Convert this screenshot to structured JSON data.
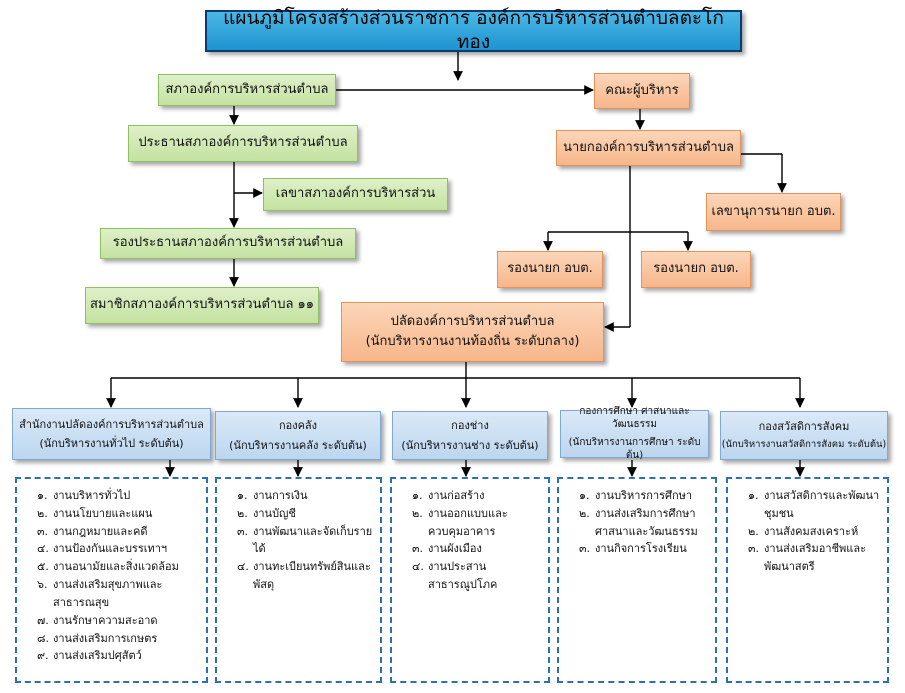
{
  "title": "แผนภูมิโครงสร้างส่วนราชการ  องค์การบริหารส่วนตำบลตะโกทอง",
  "left": {
    "council": "สภาองค์การบริหารส่วนตำบล",
    "chairman": "ประธานสภาองค์การบริหารส่วนตำบล",
    "secretary": "เลขาสภาองค์การบริหารส่วน",
    "vice_chairman": "รองประธานสภาองค์การบริหารส่วนตำบล",
    "members": "สมาชิกสภาองค์การบริหารส่วนตำบล ๑๑"
  },
  "right": {
    "executives": "คณะผู้บริหาร",
    "mayor": "นายกองค์การบริหารส่วนตำบล",
    "mayor_secretary": "เลขานุการนายก อบต.",
    "deputy_1": "รองนายก อบต.",
    "deputy_2": "รองนายก อบต."
  },
  "clerk": {
    "line1": "ปลัดองค์การบริหารส่วนตำบล",
    "line2": "(นักบริหารงานงานท้องถิ่น  ระดับกลาง)"
  },
  "departments": [
    {
      "name": "สำนักงานปลัดองค์การบริหารส่วนตำบล",
      "level": "(นักบริหารงานทั่วไป ระดับต้น)",
      "tasks": [
        {
          "num": "๑.",
          "text": "งานบริหารทั่วไป"
        },
        {
          "num": "๒.",
          "text": "งานนโยบายและแผน"
        },
        {
          "num": "๓.",
          "text": "งานกฎหมายและคดี"
        },
        {
          "num": "๔.",
          "text": "งานป้องกันและบรรเทาฯ"
        },
        {
          "num": "๕.",
          "text": "งานอนามัยและสิ่งแวดล้อม"
        },
        {
          "num": "๖.",
          "text": "งานส่งเสริมสุขภาพและสาธารณสุข"
        },
        {
          "num": "๗.",
          "text": "งานรักษาความสะอาด"
        },
        {
          "num": "๘.",
          "text": "งานส่งเสริมการเกษตร"
        },
        {
          "num": "๙.",
          "text": "งานส่งเสริมปศุสัตว์"
        }
      ]
    },
    {
      "name": "กองคลัง",
      "level": "(นักบริหารงานคลัง ระดับต้น)",
      "tasks": [
        {
          "num": "๑.",
          "text": "งานการเงิน"
        },
        {
          "num": "๒.",
          "text": "งานบัญชี"
        },
        {
          "num": "๓.",
          "text": "งานพัฒนาและจัดเก็บรายได้"
        },
        {
          "num": "๔.",
          "text": "งานทะเบียนทรัพย์สินและพัสดุ"
        }
      ]
    },
    {
      "name": "กองช่าง",
      "level": "(นักบริหารงานช่าง ระดับต้น)",
      "tasks": [
        {
          "num": "๑.",
          "text": "งานก่อสร้าง"
        },
        {
          "num": "๒.",
          "text": "งานออกแบบและควบคุมอาคาร"
        },
        {
          "num": "๓.",
          "text": "งานผังเมือง"
        },
        {
          "num": "๔.",
          "text": "งานประสานสาธารณูปโภค"
        }
      ]
    },
    {
      "name": "กองการศึกษา ศาสนาและวัฒนธรรม",
      "level": "(นักบริหารงานการศึกษา ระดับต้น)",
      "tasks": [
        {
          "num": "๑.",
          "text": "งานบริหารการศึกษา"
        },
        {
          "num": "๒.",
          "text": "งานส่งเสริมการศึกษาศาสนาและวัฒนธรรม"
        },
        {
          "num": "๓.",
          "text": "งานกิจการโรงเรียน"
        }
      ]
    },
    {
      "name": "กองสวัสดิการสังคม",
      "level": "(นักบริหารงานสวัสดิการสังคม ระดับต้น)",
      "tasks": [
        {
          "num": "๑.",
          "text": "งานสวัสดิการและพัฒนาชุมชน"
        },
        {
          "num": "๒.",
          "text": "งานสังคมสงเคราะห์"
        },
        {
          "num": "๓.",
          "text": "งานส่งเสริมอาชีพและพัฒนาสตรี"
        }
      ]
    }
  ]
}
